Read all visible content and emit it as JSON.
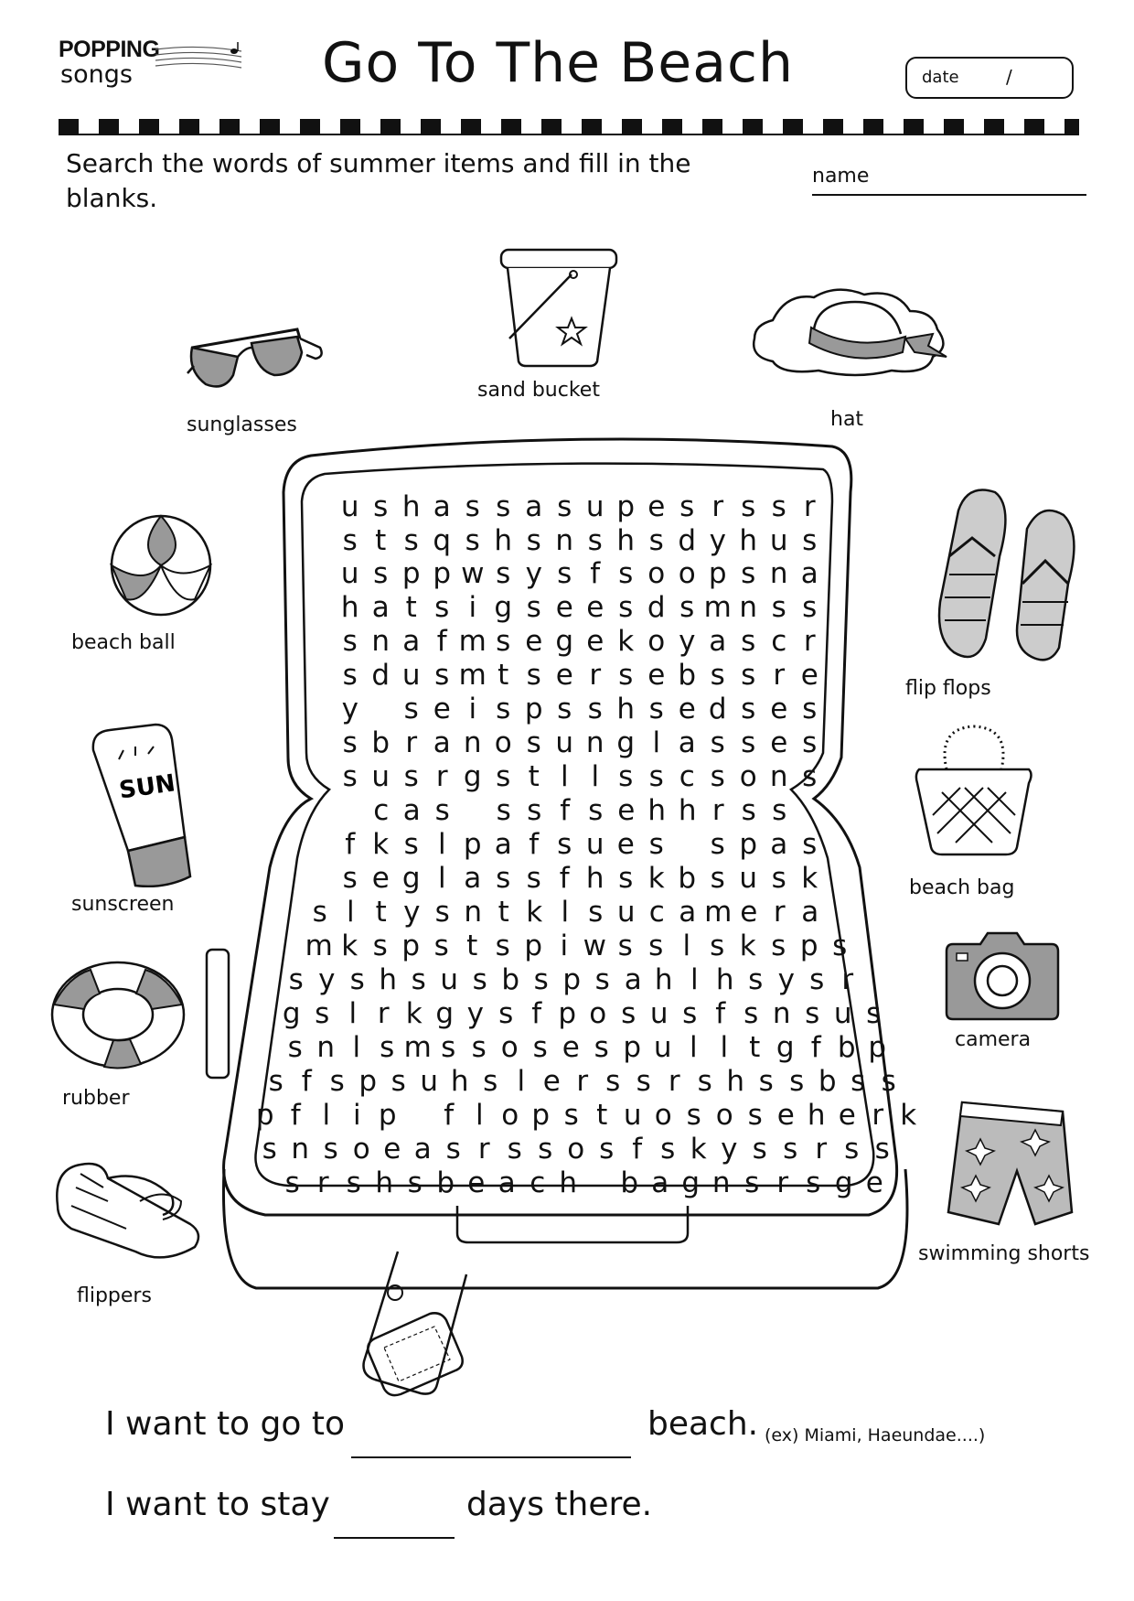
{
  "header": {
    "logo_top": "POPPING",
    "logo_bottom": "songs",
    "title": "Go To The Beach",
    "date_label": "date",
    "date_separator": "/",
    "name_label": "name"
  },
  "instructions": "Search the words of summer items and fill in the blanks.",
  "items": [
    {
      "label": "sand bucket",
      "icon": "sand-bucket-icon"
    },
    {
      "label": "sunglasses",
      "icon": "sunglasses-icon"
    },
    {
      "label": "hat",
      "icon": "hat-icon"
    },
    {
      "label": "beach ball",
      "icon": "beach-ball-icon"
    },
    {
      "label": "flip flops",
      "icon": "flip-flops-icon"
    },
    {
      "label": "sunscreen",
      "icon": "sunscreen-icon"
    },
    {
      "label": "beach bag",
      "icon": "beach-bag-icon"
    },
    {
      "label": "camera",
      "icon": "camera-icon"
    },
    {
      "label": "rubber",
      "icon": "rubber-ring-icon"
    },
    {
      "label": "flippers",
      "icon": "flippers-icon"
    },
    {
      "label": "swimming shorts",
      "icon": "swimming-shorts-icon"
    }
  ],
  "puzzle": {
    "rows": [
      "ushassasupesrssr",
      "stsqshsnshsdyhus",
      "usppwsysfsoopsna",
      "hatsigseesdsmnss",
      "snafmsegekoyascr",
      "sdusmtsersebssre",
      "y seispsshsedses",
      "sbranosunglasses",
      "susrgstllsscsons",
      "cas ssfsehhrss",
      "fkslpafsues spas",
      "seglassfhskbsusk",
      "sltysntklsucamera",
      "mkspstspiwsslsksps",
      "syshsusbspsahlhsysr",
      "gslrkgysfposusfsnsus",
      "snlsmssosespulltgfbp",
      "sfspsuhslerssrshssbss",
      "pflip flopstuososeherk",
      "snsoeasrssosfskyssrss",
      "srshsbeach bagnsrsge"
    ]
  },
  "sentences": {
    "s1_start": "I want to go to",
    "s1_end": "beach.",
    "s1_example": "(ex) Miami, Haeundae....)",
    "s2_start": "I want to stay",
    "s2_end": "days there."
  }
}
